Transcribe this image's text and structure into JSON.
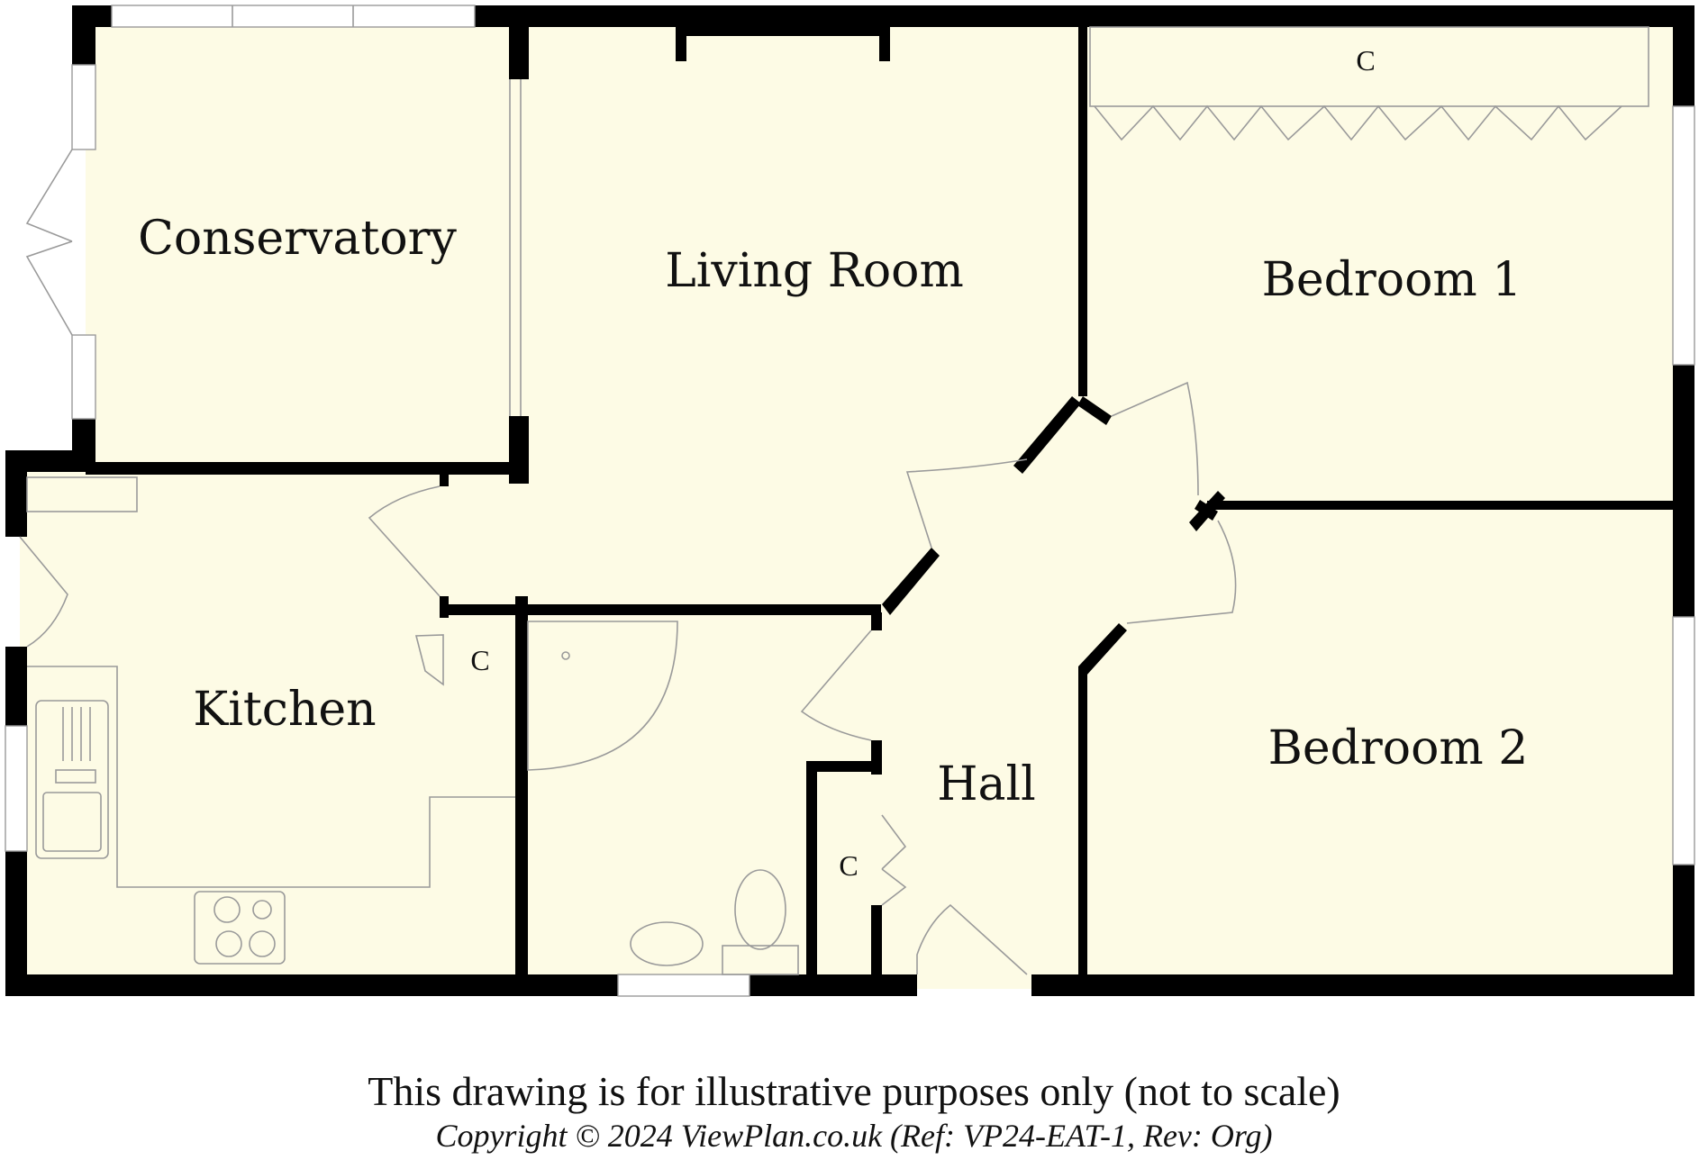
{
  "colors": {
    "floor": "#fdfbe5",
    "wall": "#000000",
    "fixture_line": "#9a9a9a"
  },
  "rooms": {
    "conservatory": "Conservatory",
    "living_room": "Living Room",
    "bedroom_1": "Bedroom 1",
    "bedroom_2": "Bedroom 2",
    "kitchen": "Kitchen",
    "hall": "Hall"
  },
  "closets": {
    "bedroom_wardrobe": "C",
    "kitchen_cupboard": "C",
    "hall_cupboard": "C"
  },
  "footer": {
    "disclaimer": "This drawing is for illustrative purposes only (not to scale)",
    "copyright": "Copyright © 2024 ViewPlan.co.uk  (Ref: VP24-EAT-1,  Rev: Org)"
  }
}
